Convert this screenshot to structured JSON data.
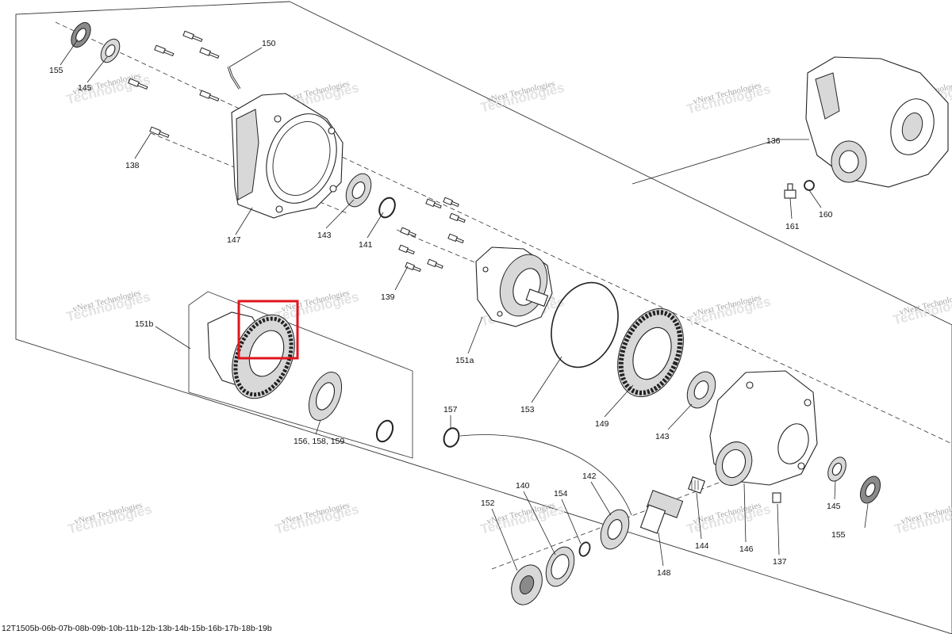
{
  "diagram": {
    "reference_code": "12T1505b-06b-07b-08b-09b-10b-11b-12b-13b-14b-15b-16b-17b-18b-19b",
    "watermark": {
      "line1": "vNext Technologies",
      "line2": "Technologies",
      "top": "vNext"
    },
    "labels": {
      "l155a": "155",
      "l145a": "145",
      "l150": "150",
      "l138": "138",
      "l147": "147",
      "l143a": "143",
      "l141": "141",
      "l139": "139",
      "l136": "136",
      "l161": "161",
      "l160": "160",
      "l151b": "151b",
      "l151a": "151a",
      "l153": "153",
      "l149": "149",
      "l143b": "143",
      "l156": "156, 158, 159",
      "l157": "157",
      "l140": "140",
      "l142": "142",
      "l152": "152",
      "l154": "154",
      "l148": "148",
      "l144": "144",
      "l146": "146",
      "l137": "137",
      "l145b": "145",
      "l155b": "155"
    },
    "highlight_color": "#e0141e"
  }
}
